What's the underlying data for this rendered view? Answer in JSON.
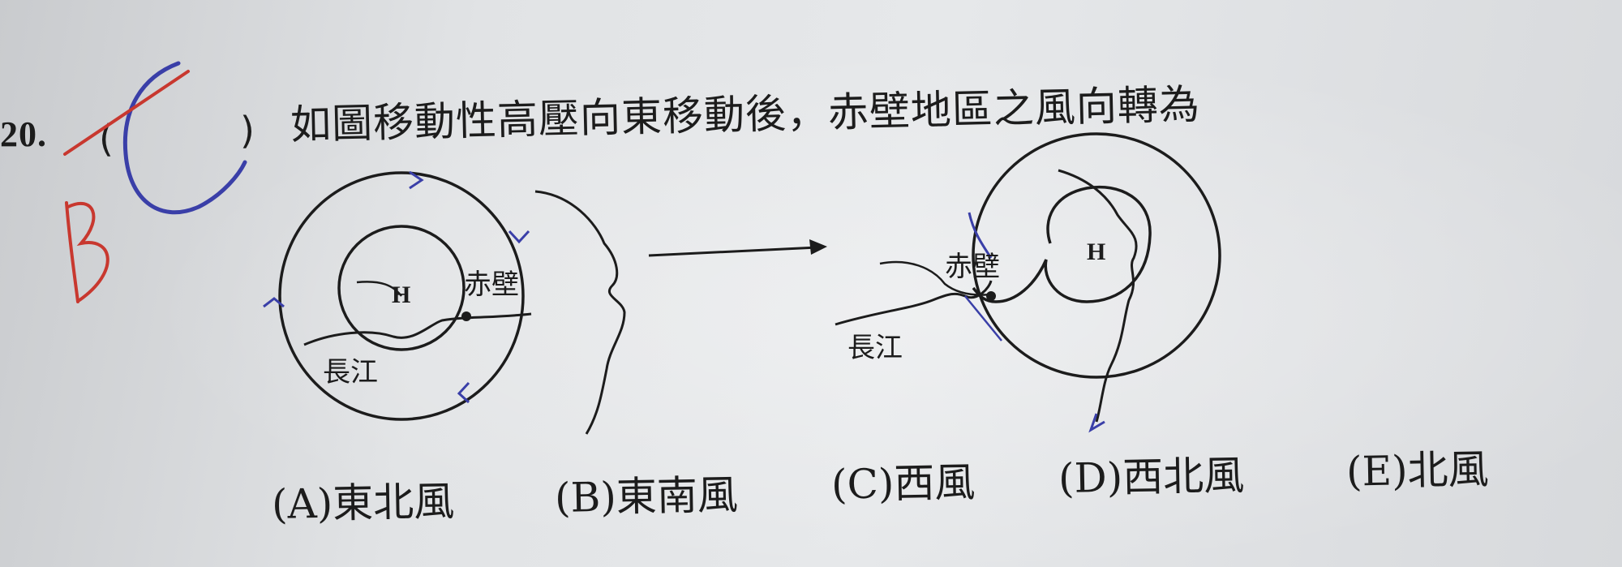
{
  "question": {
    "number": "20.",
    "paren_open": "(",
    "paren_close": ")",
    "text": "如圖移動性高壓向東移動後，赤壁地區之風向轉為"
  },
  "handwritten_answer": {
    "blue_mark": "C",
    "red_mark": "B",
    "blue_color": "#3a3fa8",
    "red_color": "#c8382f"
  },
  "diagram": {
    "before": {
      "high_label": "H",
      "city_label": "赤壁",
      "river_label": "長江"
    },
    "after": {
      "high_label": "H",
      "city_label": "赤壁",
      "river_label": "長江"
    },
    "movement_arrow": "right-arrow"
  },
  "options": [
    {
      "label": "(A)東北風"
    },
    {
      "label": "(B)東南風"
    },
    {
      "label": "(C)西風"
    },
    {
      "label": "(D)西北風"
    },
    {
      "label": "(E)北風"
    }
  ]
}
